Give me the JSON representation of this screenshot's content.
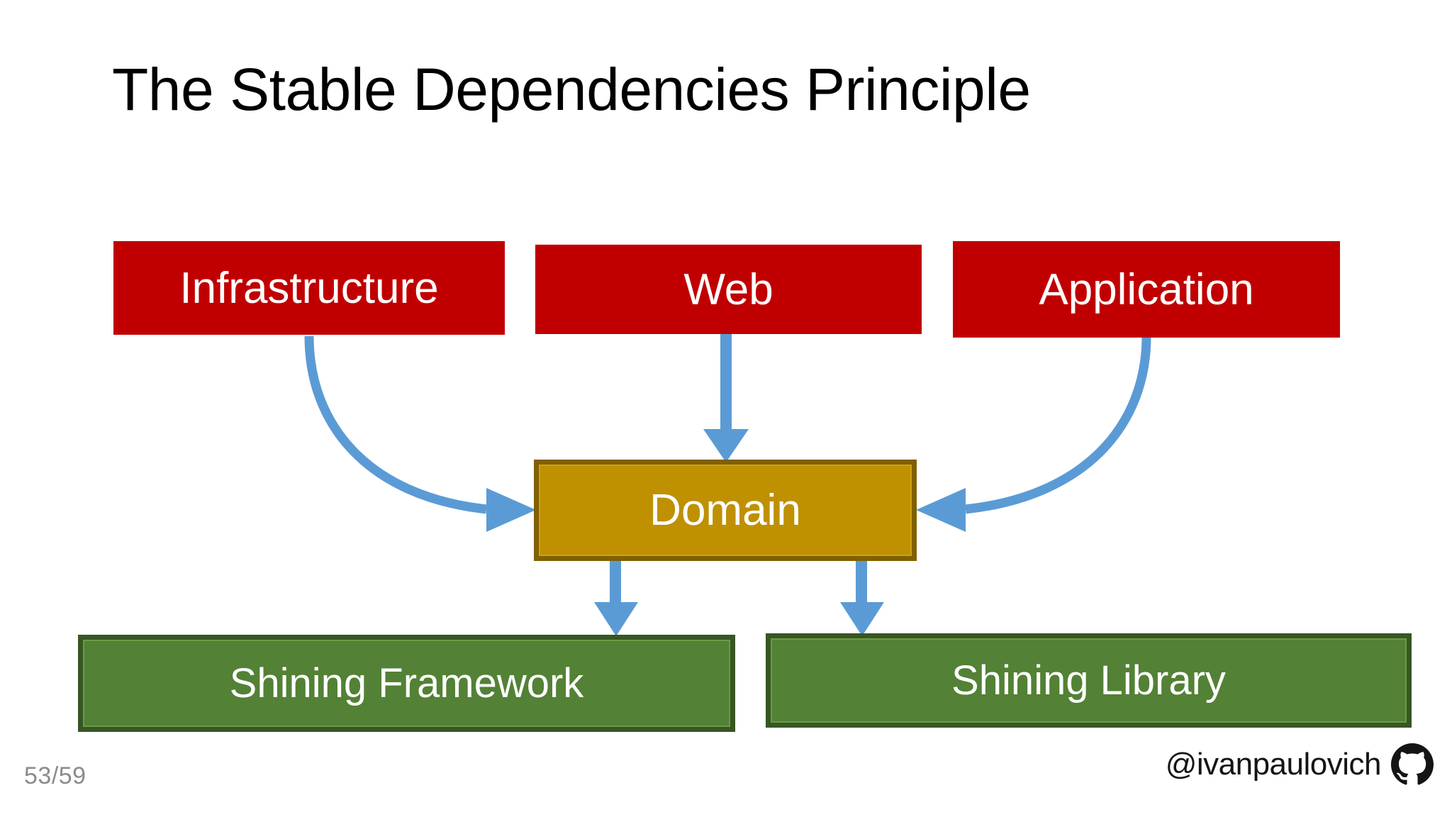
{
  "slide": {
    "title": "The Stable Dependencies Principle",
    "page_number": "53/59",
    "background_color": "#FFFFFF"
  },
  "palette": {
    "unstable_red": "#C00000",
    "domain_gold": "#BF9000",
    "domain_gold_border": "#806000",
    "stable_green": "#538135",
    "stable_green_border": "#375623",
    "arrow_blue": "#5B9BD5",
    "title_black": "#000000",
    "page_number_gray": "#8C8C8C"
  },
  "nodes": {
    "infrastructure": {
      "label": "Infrastructure",
      "color": "#C00000",
      "kind": "unstable"
    },
    "web": {
      "label": "Web",
      "color": "#C00000",
      "kind": "unstable"
    },
    "application": {
      "label": "Application",
      "color": "#C00000",
      "kind": "unstable"
    },
    "domain": {
      "label": "Domain",
      "color": "#BF9000",
      "kind": "core"
    },
    "shining_framework": {
      "label": "Shining Framework",
      "color": "#538135",
      "kind": "stable"
    },
    "shining_library": {
      "label": "Shining Library",
      "color": "#538135",
      "kind": "stable"
    }
  },
  "edges": [
    {
      "from": "infrastructure",
      "to": "domain",
      "style": "curved",
      "direction": "right-down"
    },
    {
      "from": "web",
      "to": "domain",
      "style": "straight",
      "direction": "down"
    },
    {
      "from": "application",
      "to": "domain",
      "style": "curved",
      "direction": "left-down"
    },
    {
      "from": "domain",
      "to": "shining_framework",
      "style": "straight",
      "direction": "down"
    },
    {
      "from": "domain",
      "to": "shining_library",
      "style": "straight",
      "direction": "down"
    }
  ],
  "credit": {
    "handle": "@ivanpaulovich",
    "icon": "github-icon"
  }
}
